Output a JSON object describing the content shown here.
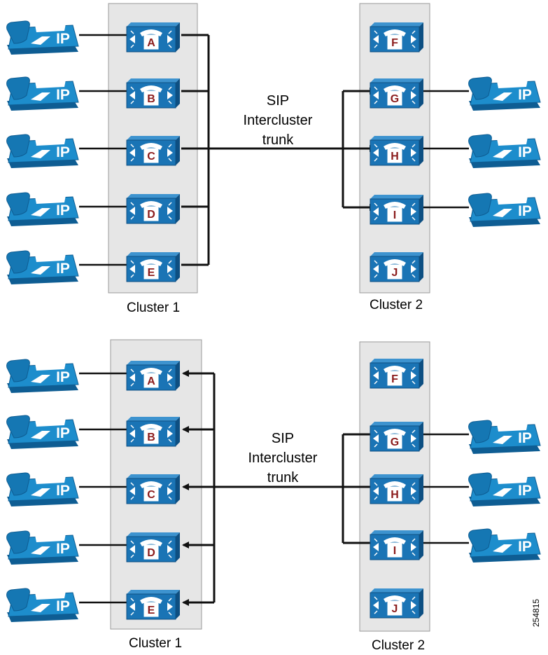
{
  "colors": {
    "cluster_panel": "#e6e6e6",
    "server_blue": "#1a74b5",
    "server_dark": "#0d4f82",
    "letter_red": "#8b1c1c",
    "phone_blue": "#1d8dcc",
    "line_black": "#111111"
  },
  "icons": {
    "server": "call-server-icon",
    "phone": "ip-phone-icon"
  },
  "diagrams": [
    {
      "trunk_label": [
        "SIP",
        "Intercluster",
        "trunk"
      ],
      "cluster1": {
        "label": "Cluster 1",
        "servers": [
          "A",
          "B",
          "C",
          "D",
          "E"
        ],
        "phone_label": "IP"
      },
      "cluster2": {
        "label": "Cluster 2",
        "servers": [
          "F",
          "G",
          "H",
          "I",
          "J"
        ],
        "phone_label": "IP",
        "connected": [
          "G",
          "H",
          "I"
        ]
      }
    },
    {
      "trunk_label": [
        "SIP",
        "Intercluster",
        "trunk"
      ],
      "cluster1": {
        "label": "Cluster 1",
        "servers": [
          "A",
          "B",
          "C",
          "D",
          "E"
        ],
        "phone_label": "IP"
      },
      "cluster2": {
        "label": "Cluster 2",
        "servers": [
          "F",
          "G",
          "H",
          "I",
          "J"
        ],
        "phone_label": "IP",
        "connected": [
          "G",
          "H",
          "I"
        ]
      }
    }
  ],
  "figure_id": "254815"
}
